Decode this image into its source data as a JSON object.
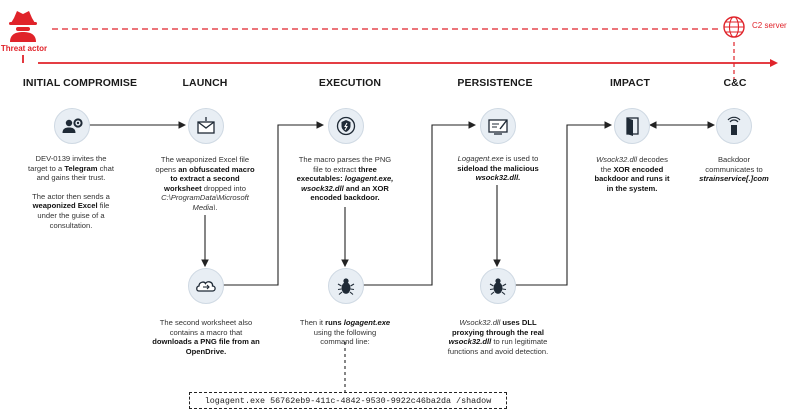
{
  "actors": {
    "threat_actor": "Threat actor",
    "c2_server": "C2 server"
  },
  "stages": [
    {
      "title": "INITIAL COMPROMISE"
    },
    {
      "title": "LAUNCH"
    },
    {
      "title": "EXECUTION"
    },
    {
      "title": "PERSISTENCE"
    },
    {
      "title": "IMPACT"
    },
    {
      "title": "C&C"
    }
  ],
  "descriptions": {
    "initial": {
      "p1_a": "DEV-0139 invites the target to a ",
      "p1_b": "Telegram",
      "p1_c": " chat and gains their trust.",
      "p2_a": "The actor then sends a ",
      "p2_b": "weaponized Excel",
      "p2_c": " file under the guise of a consultation."
    },
    "launch_top": {
      "a": "The weaponized Excel file opens ",
      "b": "an obfuscated macro to extract a second worksheet",
      "c": " dropped into ",
      "d": "C:\\ProgramData\\Microsoft Media\\",
      "e": "."
    },
    "launch_bottom": {
      "a": "The second worksheet also contains a macro that ",
      "b": "downloads a PNG file from an OpenDrive."
    },
    "execution_top": {
      "a": "The macro parses the PNG file to extract ",
      "b": "three executables: ",
      "c": "logagent.exe, wsock32.dll",
      "d": " and an XOR encoded backdoor."
    },
    "execution_bottom": {
      "a": "Then it ",
      "b": "runs ",
      "c": "logagent.exe",
      "d": " using the following command line:"
    },
    "persistence_top": {
      "a": "Logagent.exe",
      "b": " is used to ",
      "c": "sideload the malicious ",
      "d": "wsock32.dll."
    },
    "persistence_bottom": {
      "a": "Wsock32.dll",
      "b": " uses DLL proxying through the real ",
      "c": "wsock32.dll",
      "d": " to run legitimate functions and avoid detection."
    },
    "impact": {
      "a": "Wsock32.dll",
      "b": " decodes the ",
      "c": "XOR encoded backdoor and runs it in the system."
    },
    "cnc": {
      "a": "Backdoor communicates to ",
      "b": "strainservice[.]com"
    }
  },
  "command_line": "logagent.exe 56762eb9-411c-4842-9530-9922c46ba2da /shadow",
  "colors": {
    "accent_red": "#e0232a",
    "node_fill": "#e8eef4",
    "line": "#222222"
  },
  "icons": [
    "hacker-icon",
    "globe-icon",
    "users-gear-icon",
    "email-icon",
    "cloud-icon",
    "shield-icon",
    "bug-icon",
    "terminal-icon",
    "door-icon",
    "beacon-icon"
  ]
}
